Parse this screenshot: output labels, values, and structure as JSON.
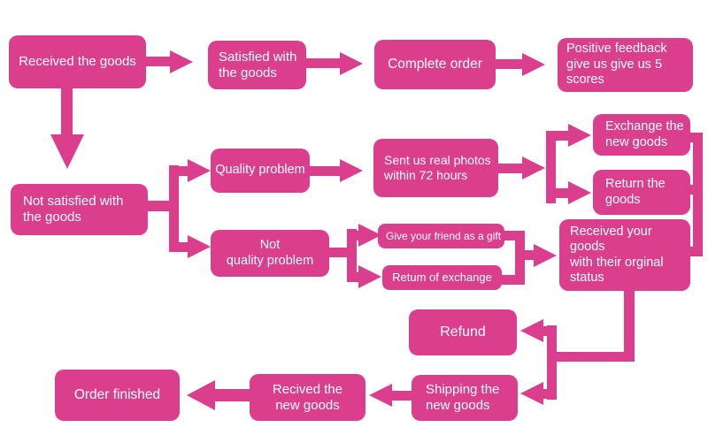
{
  "colors": {
    "node_fill": "#db3e8c",
    "node_text": "#ffffff",
    "background": "#ffffff"
  },
  "nodes": {
    "received_goods": "Received the goods",
    "satisfied": "Satisfied with\nthe goods",
    "complete_order": "Complete order",
    "positive_feedback": "Positive feedback\ngive us give us 5\nscores",
    "not_satisfied": "Not satisfied with\nthe goods",
    "quality_problem": "Quality problem",
    "sent_photos": "Sent us real photos\nwithin 72 hours",
    "exchange_new_goods": "Exchange the\nnew goods",
    "return_the_goods": "Return the\ngoods",
    "not_quality_problem": "Not\nquality problem",
    "give_friend_gift": "Give your friend as a gift",
    "return_of_exchange": "Retum of exchange",
    "received_original_status": "Received your goods\nwith their orginal\nstatus",
    "refund": "Refund",
    "shipping_new_goods": "Shipping the\nnew goods",
    "recived_new_goods": "Recived the\nnew goods",
    "order_finished": "Order finished"
  }
}
